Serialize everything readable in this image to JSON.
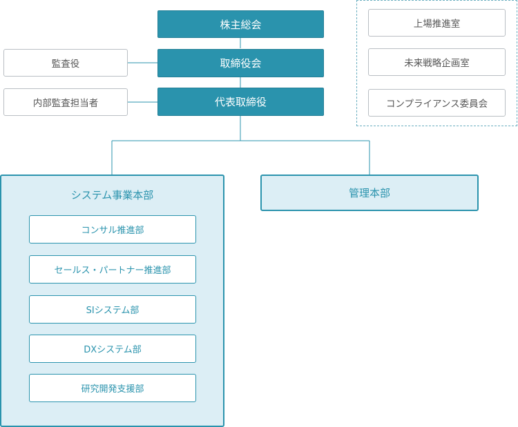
{
  "board": {
    "shareholders": "株主総会",
    "directors": "取締役会",
    "ceo": "代表取締役",
    "auditor": "監査役",
    "internal_auditor": "内部監査担当者"
  },
  "staff_offices": [
    "上場推進室",
    "未来戦略企画室",
    "コンプライアンス委員会"
  ],
  "system_division": {
    "title": "システム事業本部",
    "units": [
      "コンサル推進部",
      "セールス・パートナー推進部",
      "SIシステム部",
      "DXシステム部",
      "研究開発支援部"
    ]
  },
  "admin_division": {
    "title": "管理本部"
  },
  "colors": {
    "primary": "#2a93ad",
    "division_fill": "#dceef5",
    "line": "#2a93ad",
    "neutral_border": "#b9bec3"
  }
}
